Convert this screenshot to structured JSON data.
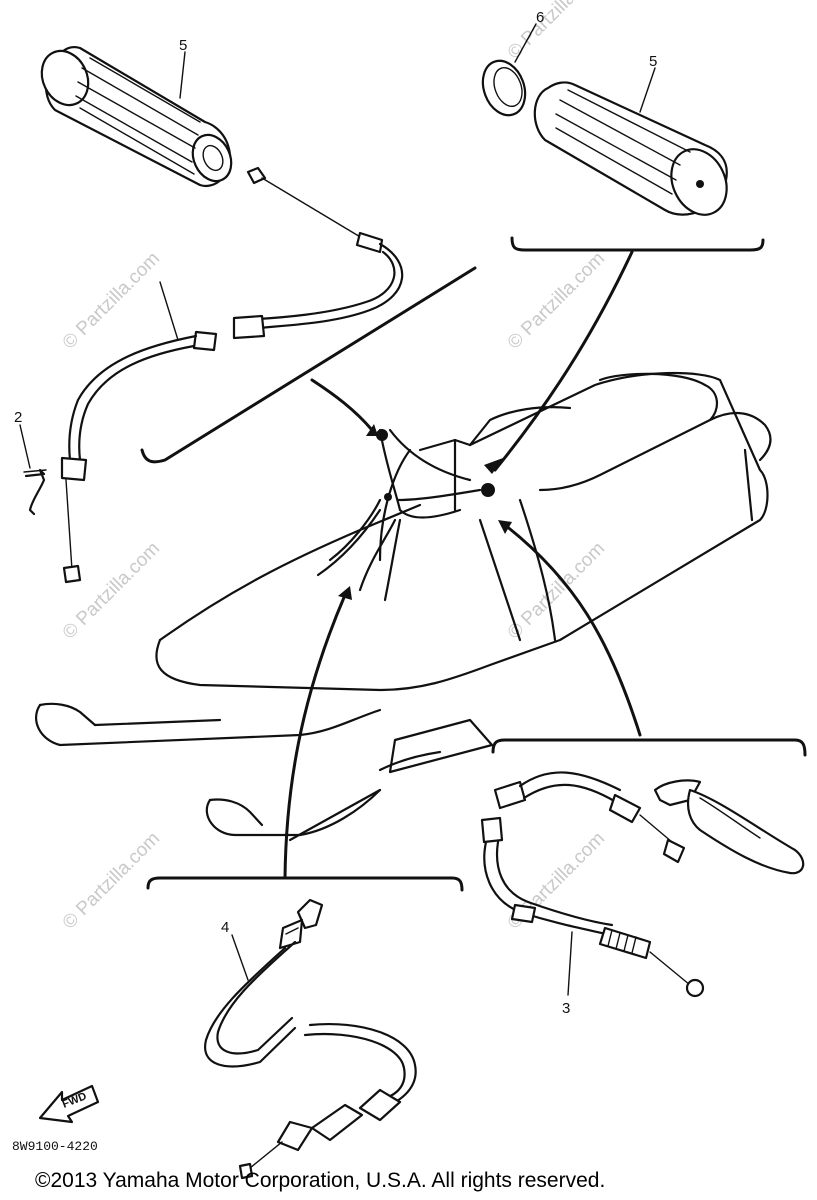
{
  "callouts": {
    "grip_left": "5",
    "grip_right": "5",
    "ring": "6",
    "clip": "2",
    "throttle_cable": "4",
    "brake_cable": "3"
  },
  "diagram_code": "8W9100-4220",
  "fwd_label": "FWD",
  "copyright": "©2013 Yamaha Motor Corporation, U.S.A. All rights reserved.",
  "watermark": "© Partzilla.com"
}
